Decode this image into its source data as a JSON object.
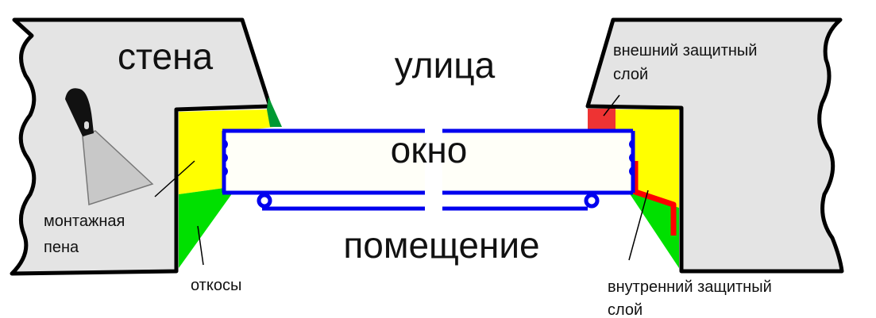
{
  "labels": {
    "wall": "стена",
    "outside": "улица",
    "window": "окно",
    "room": "помещение",
    "foam_line1": "монтажная",
    "foam_line2": "пена",
    "slopes": "откосы",
    "outer_layer_line1": "внешний защитный",
    "outer_layer_line2": "слой",
    "inner_layer_line1": "внутренний защитный",
    "inner_layer_line2": "слой"
  },
  "colors": {
    "wall": "#e4e4e4",
    "foam": "#ffff00",
    "slope": "#00e000",
    "outer_layer": "#ee3333",
    "inner_layer": "#ff0000",
    "frame": "#0000ee",
    "glass": "#fffff8"
  }
}
